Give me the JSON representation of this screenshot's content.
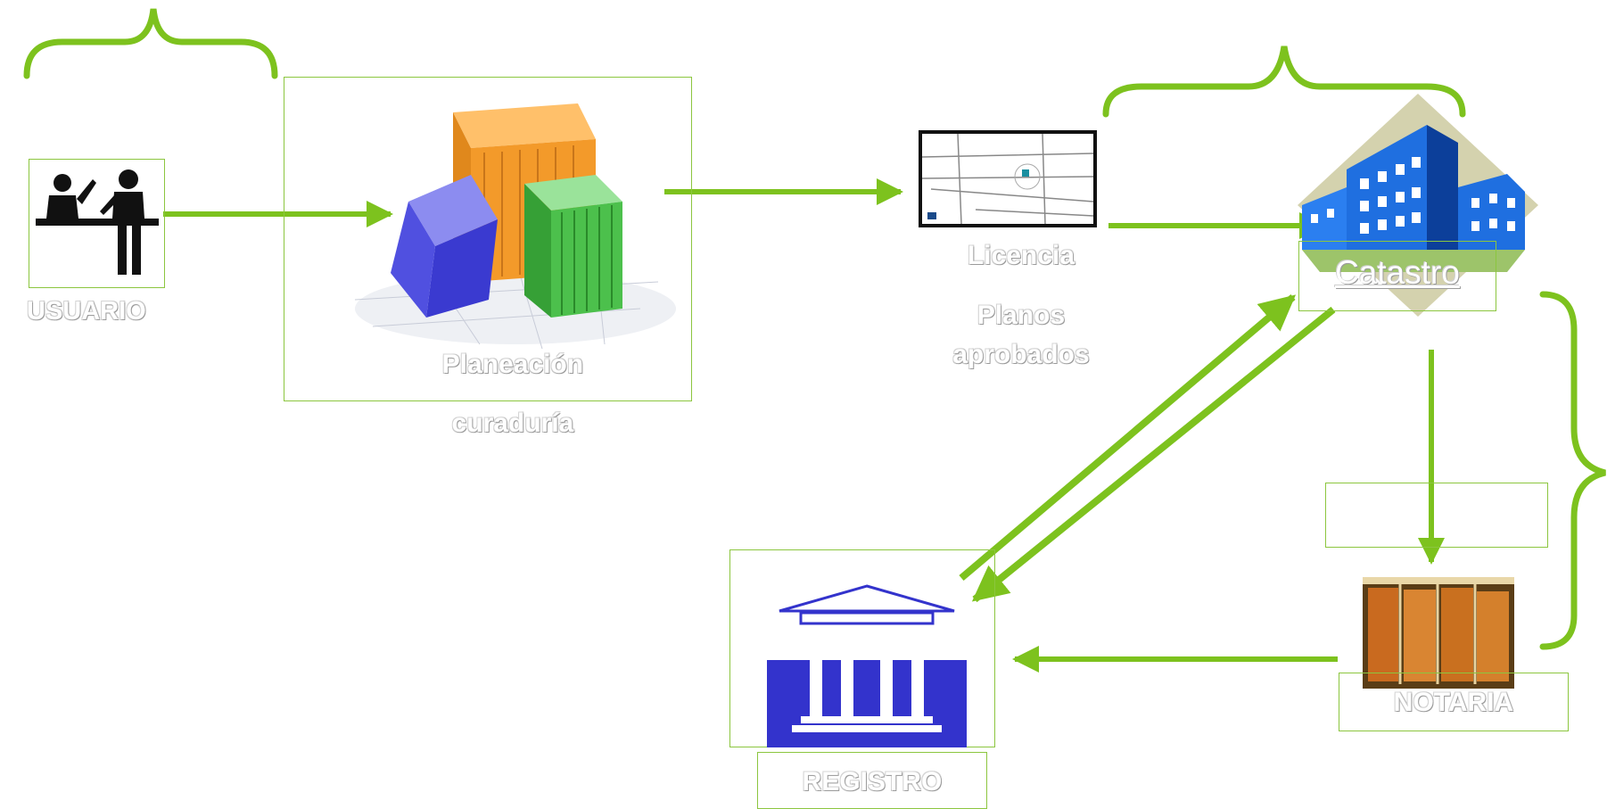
{
  "colors": {
    "accent_green": "#7dc21e",
    "box_border": "#8cc63f",
    "label_text": "#ffffff",
    "registry_blue": "#3333cc",
    "catastro_blue": "#1f6fe0"
  },
  "nodes": {
    "usuario": {
      "label": "USUARIO",
      "icon": "people-at-counter-icon"
    },
    "planeacion": {
      "label": "Planeación",
      "sublabel": "curaduría",
      "icon": "3d-buildings-icon"
    },
    "licencia": {
      "label": "Licencia",
      "sublabel_line1": "Planos",
      "sublabel_line2": "aprobados",
      "icon": "street-map-icon"
    },
    "catastro": {
      "label": "Catastro",
      "icon": "office-buildings-icon"
    },
    "notaria": {
      "label": "NOTARIA",
      "icon": "filing-folders-icon"
    },
    "registro": {
      "label": "REGISTRO",
      "icon": "classical-building-icon"
    }
  }
}
